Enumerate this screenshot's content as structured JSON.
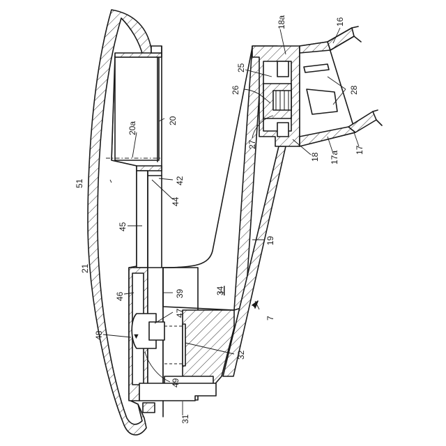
{
  "reference_numerals": {
    "r16": "16",
    "r17": "17",
    "r17a": "17a",
    "r18": "18",
    "r18a": "18a",
    "r19": "19",
    "r20": "20",
    "r20a": "20a",
    "r21": "21",
    "r25": "25",
    "r26": "26",
    "r27": "27",
    "r28": "28",
    "r31": "31",
    "r32": "32",
    "r34": "34",
    "r39": "39",
    "r42": "42",
    "r44": "44",
    "r45": "45",
    "r46": "46",
    "r47": "47",
    "r48": "48",
    "r49": "49",
    "r51": "51",
    "r7": "7"
  }
}
